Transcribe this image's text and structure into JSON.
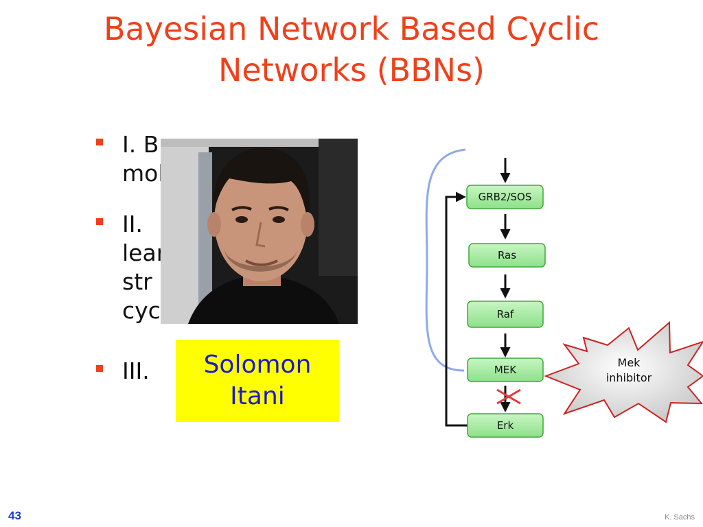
{
  "slide": {
    "title_line1": "Bayesian Network Based Cyclic",
    "title_line2": "Networks (BBNs)",
    "bullets": [
      {
        "line1": "I. B",
        "line2": "mol"
      },
      {
        "line1": "II.",
        "line2": "lear",
        "line3": "str",
        "line4": "cyclic!)"
      },
      {
        "line1": "III."
      }
    ],
    "name_line1": "Solomon",
    "name_line2": "Itani",
    "page_number": "43",
    "credit": "K. Sachs"
  },
  "diagram": {
    "nodes": [
      "GRB2/SOS",
      "Ras",
      "Raf",
      "MEK",
      "Erk"
    ],
    "inhibitor_line1": "Mek",
    "inhibitor_line2": "inhibitor",
    "colors": {
      "node_fill": "#9ee89a",
      "node_stroke": "#3fa83a",
      "bracket": "#8fa8ee",
      "cross": "#e23a3a",
      "star_fill": "#e6e6e6",
      "star_stroke": "#cc2222"
    }
  }
}
